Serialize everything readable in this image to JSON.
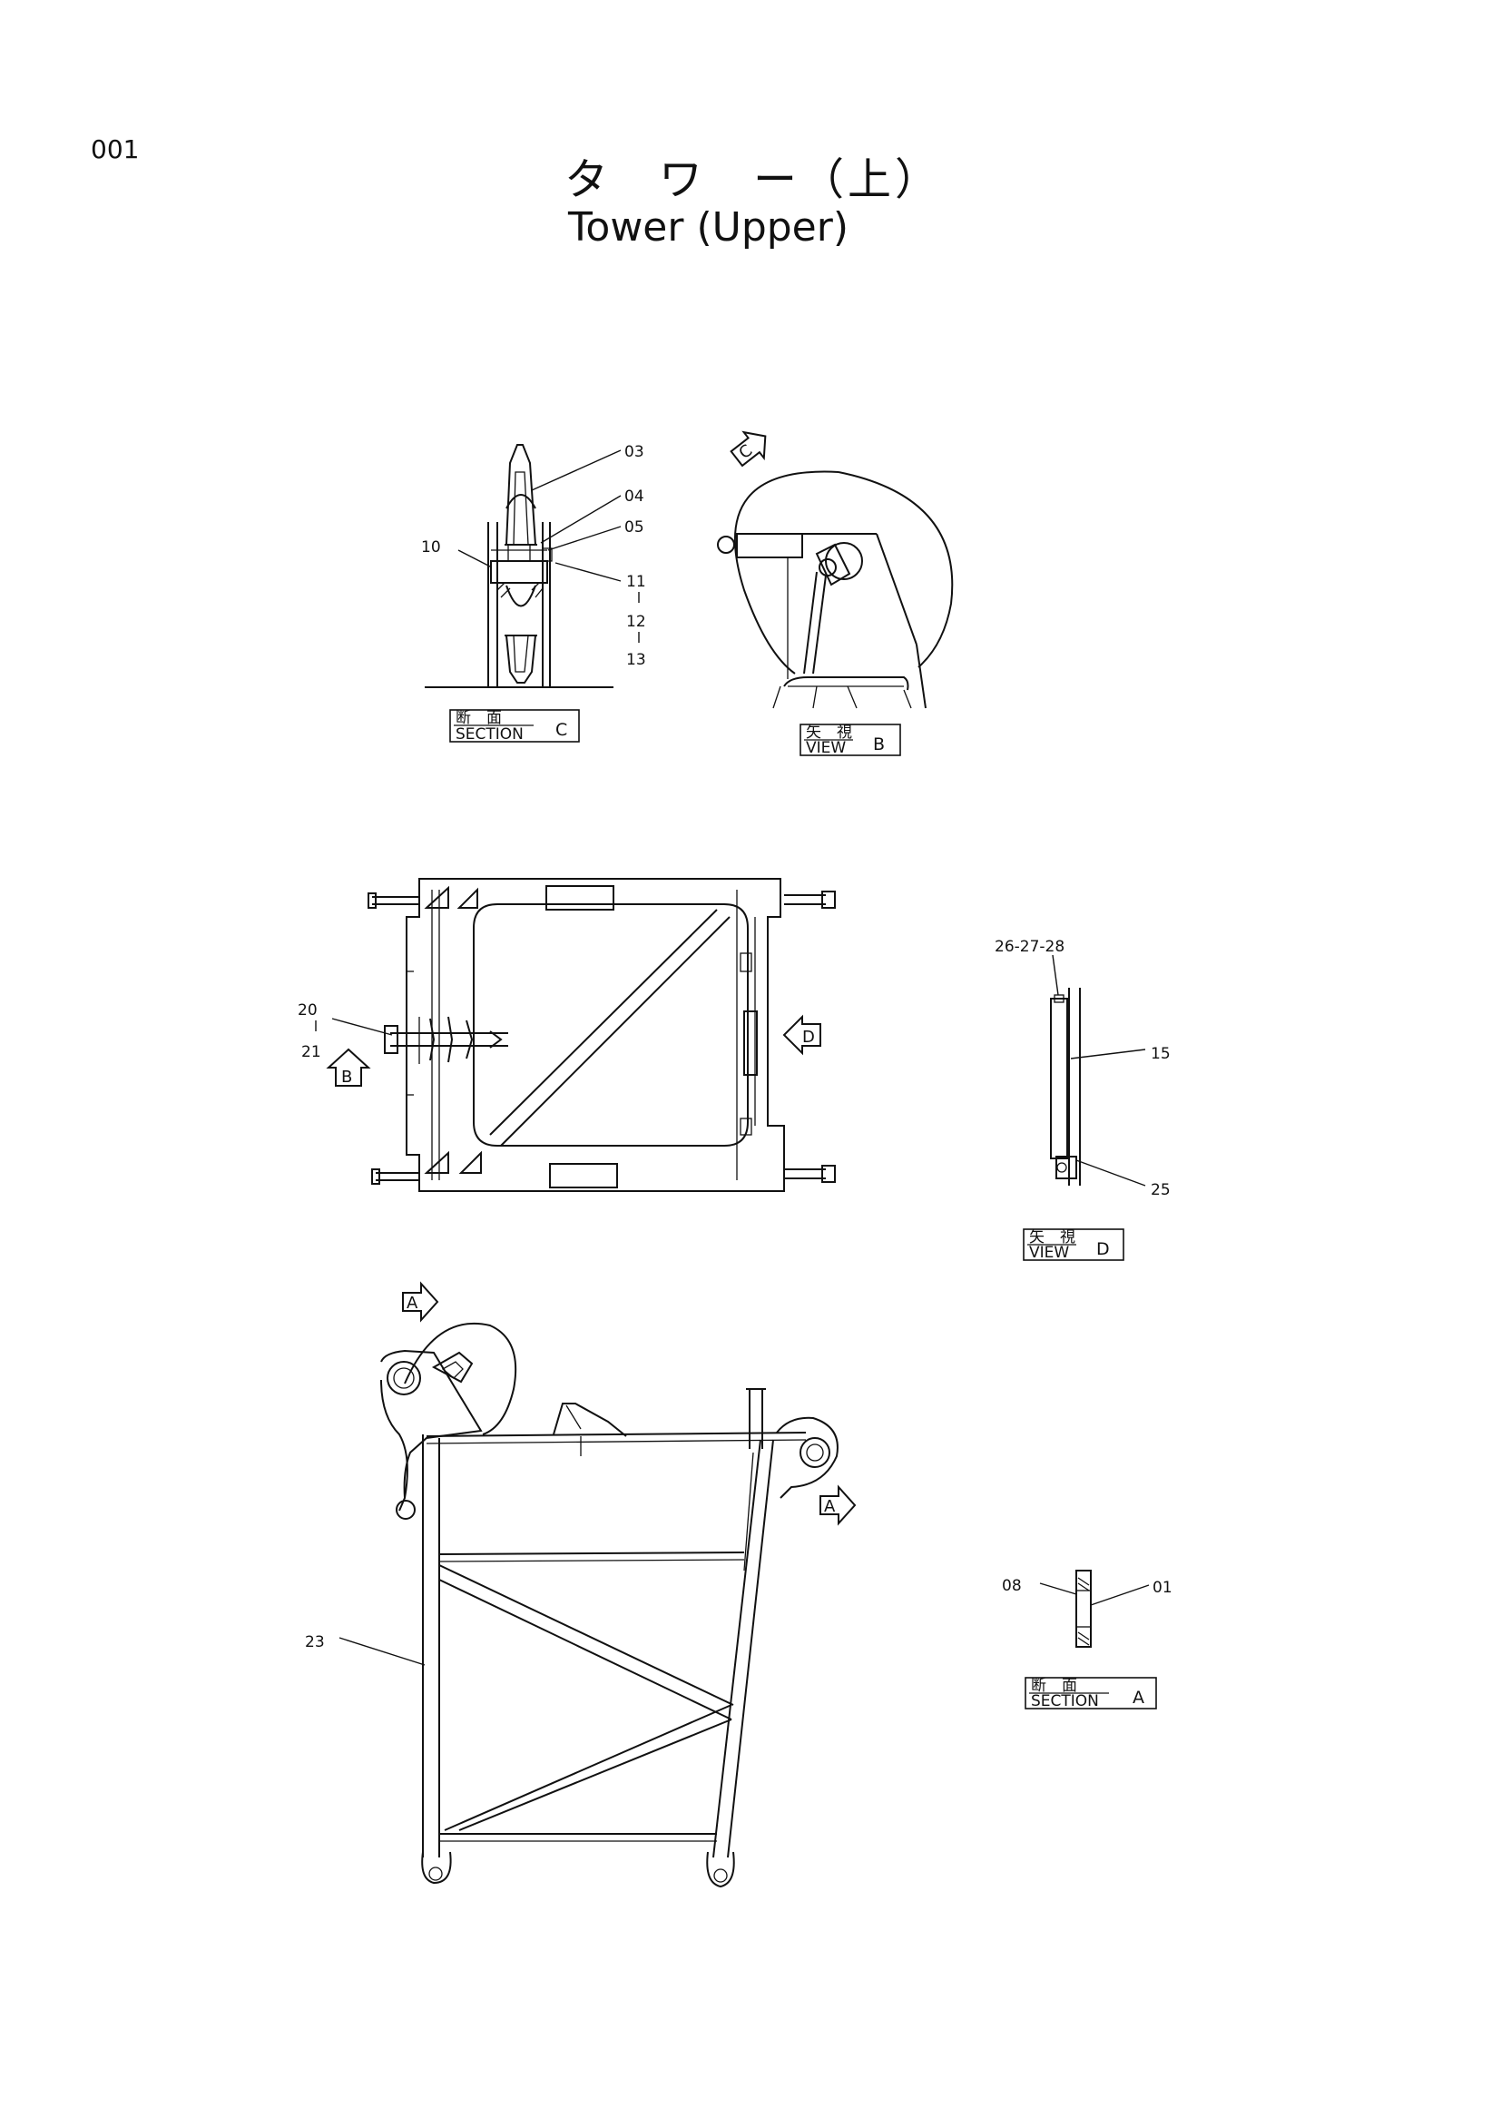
{
  "page": {
    "page_number": "001",
    "title_jp": "タ　ワ　ー（上）",
    "title_en": "Tower (Upper)"
  },
  "callouts": {
    "c03": "03",
    "c04": "04",
    "c05": "05",
    "c10": "10",
    "c11": "11",
    "c12": "12",
    "c13": "13",
    "c20": "20",
    "c21": "21",
    "c15": "15",
    "c25": "25",
    "c26_28": "26-27-28",
    "c08": "08",
    "c01": "01",
    "c23": "23"
  },
  "view_labels": {
    "section_c": {
      "jp": "断　面",
      "en": "SECTION",
      "letter": "C"
    },
    "view_b": {
      "jp": "矢　視",
      "en": "VIEW",
      "letter": "B"
    },
    "view_d": {
      "jp": "矢　視",
      "en": "VIEW",
      "letter": "D"
    },
    "section_a": {
      "jp": "断　面",
      "en": "SECTION",
      "letter": "A"
    }
  },
  "view_arrows": {
    "c": "C",
    "b": "B",
    "d": "D",
    "a_top": "A",
    "a_right": "A"
  }
}
